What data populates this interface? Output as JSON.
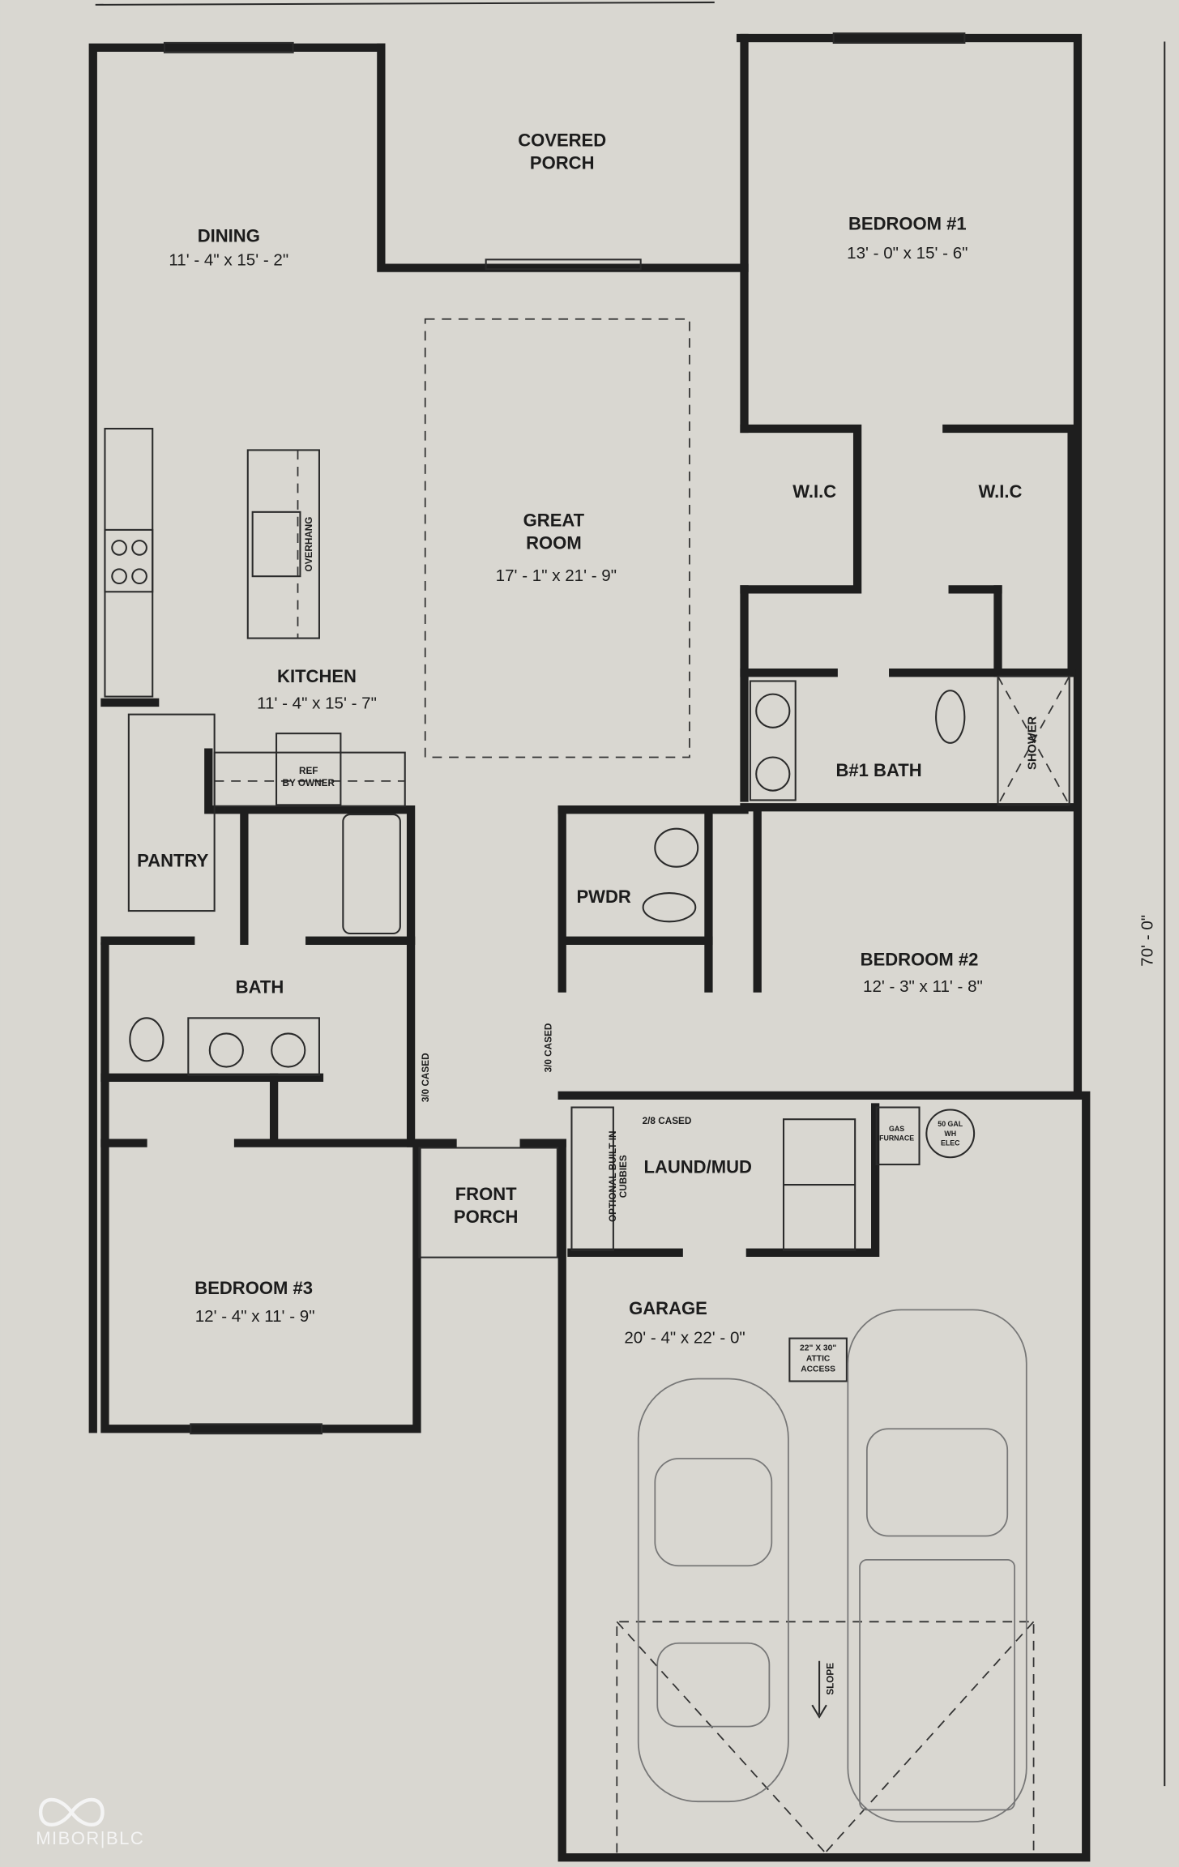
{
  "plan": {
    "overall_depth": "70' - 0\"",
    "rooms": {
      "covered_porch": {
        "line1": "COVERED",
        "line2": "PORCH"
      },
      "dining": {
        "name": "DINING",
        "dims": "11' - 4\" x 15' - 2\""
      },
      "bedroom1": {
        "name": "BEDROOM #1",
        "dims": "13' - 0\" x 15' - 6\""
      },
      "great_room": {
        "line1": "GREAT",
        "line2": "ROOM",
        "dims": "17' - 1\" x 21' - 9\""
      },
      "kitchen": {
        "name": "KITCHEN",
        "dims": "11' - 4\" x 15' - 7\""
      },
      "wic_left": {
        "name": "W.I.C"
      },
      "wic_right": {
        "name": "W.I.C"
      },
      "b1_bath": {
        "name": "B#1 BATH"
      },
      "shower": {
        "name": "SHOWER"
      },
      "pantry": {
        "name": "PANTRY"
      },
      "pwdr": {
        "name": "PWDR"
      },
      "bedroom2": {
        "name": "BEDROOM #2",
        "dims": "12' - 3\" x 11' - 8\""
      },
      "bath": {
        "name": "BATH"
      },
      "laund_mud": {
        "name": "LAUND/MUD"
      },
      "front_porch": {
        "line1": "FRONT",
        "line2": "PORCH"
      },
      "bedroom3": {
        "name": "BEDROOM #3",
        "dims": "12' - 4\" x 11' - 9\""
      },
      "garage": {
        "name": "GARAGE",
        "dims": "20' - 4\" x 22' - 0\""
      }
    },
    "notes": {
      "overhang": "OVERHANG",
      "ref_line1": "REF",
      "ref_line2": "BY OWNER",
      "cased_3_0_a": "3/0 CASED",
      "cased_3_0_b": "3/0 CASED",
      "cased_2_8": "2/8 CASED",
      "cubbies_line1": "OPTIONAL BUILT-IN",
      "cubbies_line2": "CUBBIES",
      "furnace_line1": "GAS",
      "furnace_line2": "FURNACE",
      "wh_line1": "50 GAL",
      "wh_line2": "WH",
      "wh_line3": "ELEC",
      "attic_line1": "22\" X 30\"",
      "attic_line2": "ATTIC",
      "attic_line3": "ACCESS",
      "slope": "SLOPE"
    }
  },
  "watermark": {
    "text": "MIBOR|BLC",
    "icon": "infinity-icon"
  },
  "colors": {
    "paper": "#d8d6d0",
    "wall": "#1e1e1e"
  }
}
